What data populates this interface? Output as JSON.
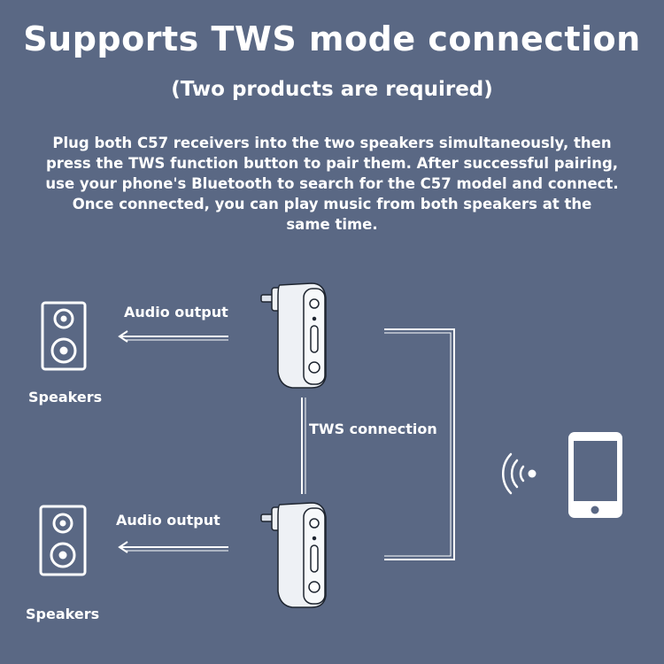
{
  "header": {
    "title": "Supports TWS mode connection",
    "subtitle": "(Two products are required)"
  },
  "description": [
    "Plug both C57 receivers into the two speakers simultaneously, then",
    "press the TWS function button to pair them. After successful pairing,",
    "use your phone's Bluetooth to search for the C57 model and connect.",
    "Once connected, you can play music from both speakers at the",
    "same time."
  ],
  "diagram": {
    "top_output_label": "Audio output",
    "top_speaker_label": "Speakers",
    "tws_label": "TWS connection",
    "bottom_output_label": "Audio output",
    "bottom_speaker_label": "Speakers"
  },
  "colors": {
    "background": "#5a6884",
    "foreground": "#ffffff"
  },
  "icons": [
    "speaker-icon",
    "bluetooth-receiver-icon",
    "wireless-signal-icon",
    "smartphone-icon"
  ]
}
